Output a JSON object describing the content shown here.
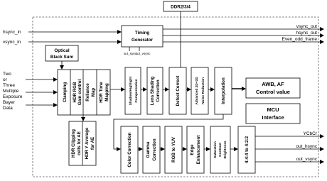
{
  "external": {
    "ddr": "DDR2/3/4",
    "hsync_in": "hsync_in",
    "vsync_in": "vsync_in",
    "sensor_input": [
      "Two",
      "or",
      "Three",
      "Multiple",
      "Exposure",
      "Bayer",
      "Data"
    ]
  },
  "blocks": {
    "timing_generator": [
      "Timing",
      "Generator"
    ],
    "act_sync": "act_sync",
    "act_vsync": "act_vsync",
    "optical_black_sum": [
      "Optical",
      "Black Sum"
    ],
    "clamping": "Clamping",
    "hdr_rgb_gain": [
      "HDR RGB",
      "Gain control"
    ],
    "reliance_map": [
      "Reliance",
      "Map"
    ],
    "hdr_tone_mapping": [
      "HDR Tone",
      "Mapping"
    ],
    "shadow_highlight": [
      "Shadow/Highlight",
      "Compensation"
    ],
    "lens_shading": [
      "Lens Shading",
      "Correction"
    ],
    "defect_correct": "Defect Correct",
    "noise_reduction": [
      "Advanced 2D+3D",
      "Noise Reduction"
    ],
    "interpolation": "Interpolation",
    "awb_af": [
      "AWB, AF",
      "Control value"
    ],
    "mcu_interface": [
      "MCU",
      "Interface"
    ],
    "hdr_clipping": [
      "HDR Clipping",
      "cells for AE"
    ],
    "hdr_y_average": [
      "HDR Y Average",
      "for AE"
    ],
    "color_correction": "Color Correction",
    "gamma_correction": [
      "Gamma",
      "Correction"
    ],
    "rgb_to_yuv": "RGB to YUV",
    "edge_enhancement": [
      "Edge",
      "Enhancement"
    ],
    "saturation": [
      "Saturation",
      "Contrast",
      "Brightness"
    ],
    "subsample": "4:4:4 to 4:2:2"
  },
  "outputs": {
    "vsync_out": "vsync_out",
    "hsync_out": "hsync_out",
    "even_odd_frame": "Even_odd_frame",
    "ycbcr": "YCbCr",
    "out_hsync": "out_hsync",
    "out_vsync": "out_vsync"
  }
}
